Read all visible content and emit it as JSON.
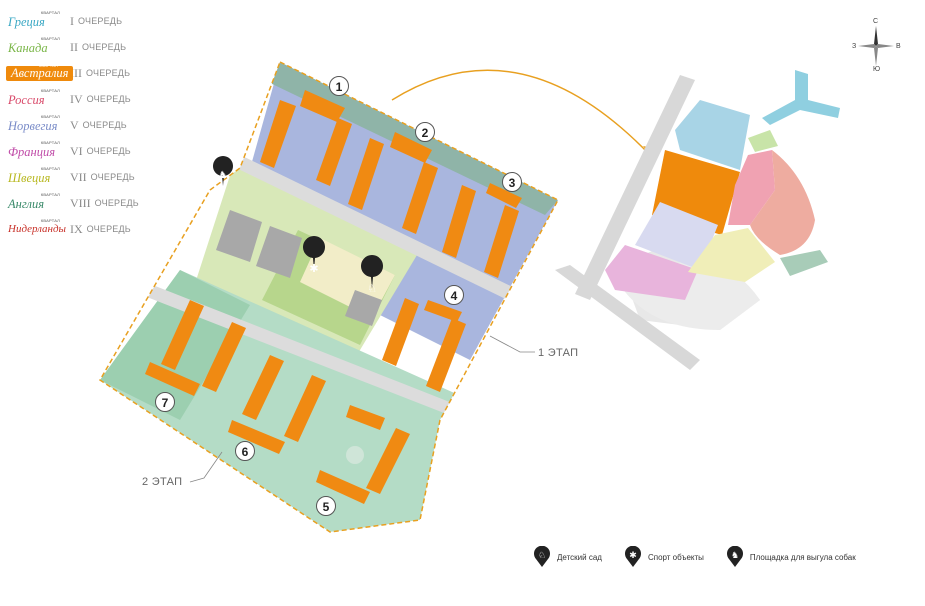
{
  "legend": {
    "small_label": "КВАРТАЛ",
    "queue_word": "ОЧЕРЕДЬ",
    "items": [
      {
        "name": "Греция",
        "roman": "I",
        "color": "#3aa8c4"
      },
      {
        "name": "Канада",
        "roman": "II",
        "color": "#7ab648"
      },
      {
        "name": "Австралия",
        "roman": "III",
        "color": "#ef8a0c",
        "boxed": true
      },
      {
        "name": "Россия",
        "roman": "IV",
        "color": "#d94a6a"
      },
      {
        "name": "Норвегия",
        "roman": "V",
        "color": "#7a8cc8"
      },
      {
        "name": "Франция",
        "roman": "VI",
        "color": "#c04ca8"
      },
      {
        "name": "Швеция",
        "roman": "VII",
        "color": "#b8b820"
      },
      {
        "name": "Англия",
        "roman": "VIII",
        "color": "#3a8a6a"
      },
      {
        "name": "Нидерланды",
        "roman": "IX",
        "color": "#c8322a"
      }
    ]
  },
  "compass": {
    "north": "С",
    "south": "Ю",
    "west": "З",
    "east": "В"
  },
  "buildings": [
    "1",
    "2",
    "3",
    "4",
    "5",
    "6",
    "7"
  ],
  "stages": {
    "stage1": "1 ЭТАП",
    "stage2": "2 ЭТАП"
  },
  "bottom_legend": [
    {
      "icon": "rocking-horse-icon",
      "label": "Детский сад"
    },
    {
      "icon": "runner-icon",
      "label": "Спорт объекты"
    },
    {
      "icon": "dog-icon",
      "label": "Площадка для выгула собак"
    }
  ],
  "colors": {
    "building": "#f08a12",
    "accent_line": "#e8a020",
    "stage1_zone": "#a8b4dc",
    "stage2_zone": "#b8dcc8",
    "park": "#c8e0a0"
  }
}
